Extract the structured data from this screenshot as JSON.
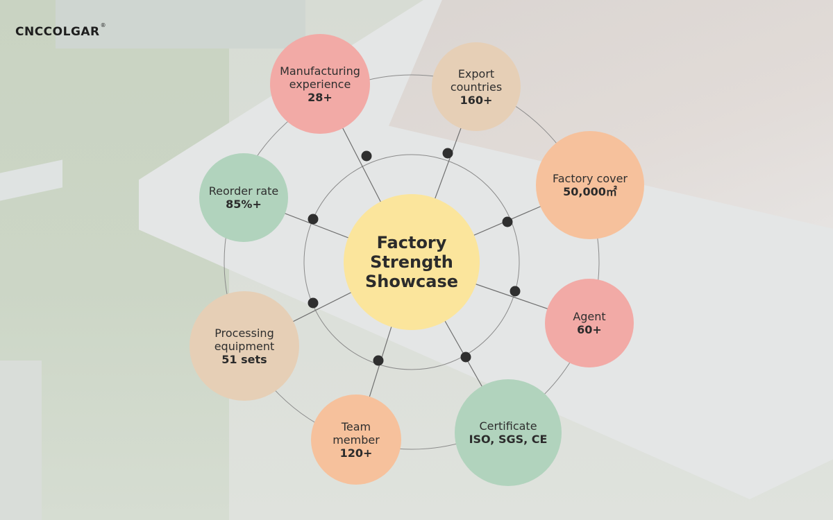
{
  "brand": {
    "logo_text": "CNCCOLGAR",
    "logo_mark": "®"
  },
  "center": {
    "title": "Factory\nStrength\nShowcase",
    "color": "#fbe59c"
  },
  "nodes": [
    {
      "id": "manufacturing-experience",
      "label": "Manufacturing\nexperience",
      "value": "28+",
      "color": "#f2aaa6"
    },
    {
      "id": "export-countries",
      "label": "Export\ncountries",
      "value": "160+",
      "color": "#e6cfb6"
    },
    {
      "id": "factory-cover",
      "label": "Factory cover",
      "value": "50,000㎡",
      "color": "#f6c19c"
    },
    {
      "id": "agent",
      "label": "Agent",
      "value": "60+",
      "color": "#f2aaa6"
    },
    {
      "id": "certificate",
      "label": "Certificate",
      "value": "ISO, SGS, CE",
      "color": "#b1d3bd"
    },
    {
      "id": "team-member",
      "label": "Team member",
      "value": "120+",
      "color": "#f6c19c"
    },
    {
      "id": "processing-equipment",
      "label": "Processing\nequipment",
      "value": "51 sets",
      "color": "#e6cfb6"
    },
    {
      "id": "reorder-rate",
      "label": "Reorder rate",
      "value": "85%+",
      "color": "#b1d3bd"
    }
  ]
}
